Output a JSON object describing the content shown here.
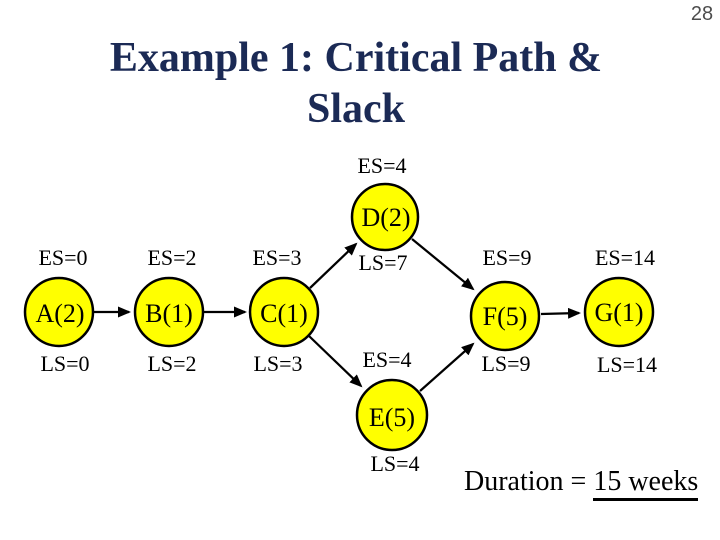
{
  "page_number": "28",
  "title": {
    "line1": "Example 1: Critical Path &",
    "line2": "Slack"
  },
  "duration": {
    "prefix": "Duration = ",
    "value": "15 weeks"
  },
  "colors": {
    "title_text": "#1b2a55",
    "node_fill": "#ffff00",
    "node_border": "#000000",
    "edge": "#000000",
    "page_number": "#4d4d4d"
  },
  "diagram": {
    "type": "activity-on-node project network",
    "nodes": [
      {
        "id": "A",
        "label": "A(2)",
        "es": "ES=0",
        "ls": "LS=0"
      },
      {
        "id": "B",
        "label": "B(1)",
        "es": "ES=2",
        "ls": "LS=2"
      },
      {
        "id": "C",
        "label": "C(1)",
        "es": "ES=3",
        "ls": "LS=3"
      },
      {
        "id": "D",
        "label": "D(2)",
        "es": "ES=4",
        "ls": "LS=7"
      },
      {
        "id": "E",
        "label": "E(5)",
        "es": "ES=4",
        "ls": "LS=4"
      },
      {
        "id": "F",
        "label": "F(5)",
        "es": "ES=9",
        "ls": "LS=9"
      },
      {
        "id": "G",
        "label": "G(1)",
        "es": "ES=14",
        "ls": "LS=14"
      }
    ],
    "edges": [
      [
        "A",
        "B"
      ],
      [
        "B",
        "C"
      ],
      [
        "C",
        "D"
      ],
      [
        "C",
        "E"
      ],
      [
        "D",
        "F"
      ],
      [
        "E",
        "F"
      ],
      [
        "F",
        "G"
      ]
    ]
  }
}
